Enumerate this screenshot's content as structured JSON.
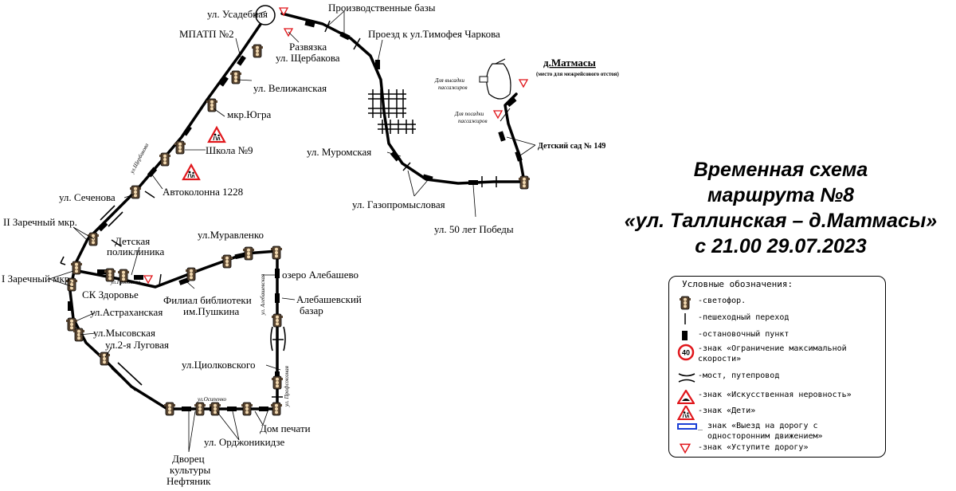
{
  "title": {
    "line1": "Временная схема",
    "line2": "маршрута №8",
    "line3": "«ул. Таллинская – д.Матмасы»",
    "line4": "с 21.00 29.07.2023"
  },
  "labels": {
    "usadebnaya": "ул. Усадебная",
    "proizv": "Производственные базы",
    "razvyazka1": "Развязка",
    "razvyazka2": "ул. Щербакова",
    "mpatp": "МПАТП №2",
    "proezd": "Проезд к ул.Тимофея Чаркова",
    "velizh": "ул. Велижанская",
    "yugra": "мкр.Югра",
    "school9": "Школа №9",
    "avtokolonna": "Автоколонна 1228",
    "sechenova": "ул. Сеченова",
    "zar2": "II Заречный мкр.",
    "zar1": "I Заречный мкр.",
    "detpol1": "Детская",
    "detpol2": "поликлиника",
    "skzdor": "СК Здоровье",
    "filial1": "Филиал библиотеки",
    "filial2": "им.Пушкина",
    "muravlenko": "ул.Муравленко",
    "alebashevo": "озеро Алебашево",
    "alebaz1": "Алебашевский",
    "alebaz2": "базар",
    "astrakh": "ул.Астраханская",
    "mysov": "ул.Мысовская",
    "lugov": "ул.2-я Луговая",
    "tsiolk": "ул.Циолковского",
    "dompechati": "Дом печати",
    "ordzh": "ул. Орджоникидзе",
    "dvorets1": "Дворец",
    "dvorets2": "культуры",
    "dvorets3": "Нефтяник",
    "muromskaya": "ул. Муромская",
    "gazoprom": "ул. Газопромысловая",
    "let50": "ул. 50 лет Победы",
    "detsad": "Детский сад № 149",
    "matmasy": "д.Матмасы",
    "otstoy": "(место для межрейсового отстоя)",
    "vysadka1": "Для высадки",
    "vysadka2": "пассажиров",
    "posadka1": "Для посадки",
    "posadka2": "пассажиров"
  },
  "streets": {
    "scherbakova": "ул.Щербакова",
    "gazovikov": "ул.Газовиков",
    "alebashevskaya": "ул. Алебашевская",
    "osipenko": "ул.Осипенко",
    "profsoyuznaya": "ул. Профсоюзная"
  },
  "legend": {
    "title": "Условные обозначения:",
    "items": [
      {
        "icon": "traffic-light-icon",
        "label": "-светофор."
      },
      {
        "icon": "pedestrian-crossing-icon",
        "label": "-пешеходный переход"
      },
      {
        "icon": "bus-stop-icon",
        "label": "-остановочный пункт"
      },
      {
        "icon": "speed-limit-sign-icon",
        "sign_text": "40",
        "label": "-знак «Ограничение максимальной\nскорости»"
      },
      {
        "icon": "bridge-icon",
        "label": "-мост, путепровод"
      },
      {
        "icon": "speed-bump-sign-icon",
        "label": "-знак «Искусственная неровность»"
      },
      {
        "icon": "children-sign-icon",
        "label": "-знак «Дети»"
      },
      {
        "icon": "one-way-sign-icon",
        "label": "_ знак «Выезд на дорогу с\n  односторонним движением»"
      },
      {
        "icon": "yield-sign-icon",
        "label": "-знак «Уступите дорогу»"
      }
    ]
  },
  "colors": {
    "route": "#000000",
    "sign_red": "#e0161b",
    "one_way_blue": "#1a3fd6",
    "traffic_light_body": "#5a4632"
  }
}
